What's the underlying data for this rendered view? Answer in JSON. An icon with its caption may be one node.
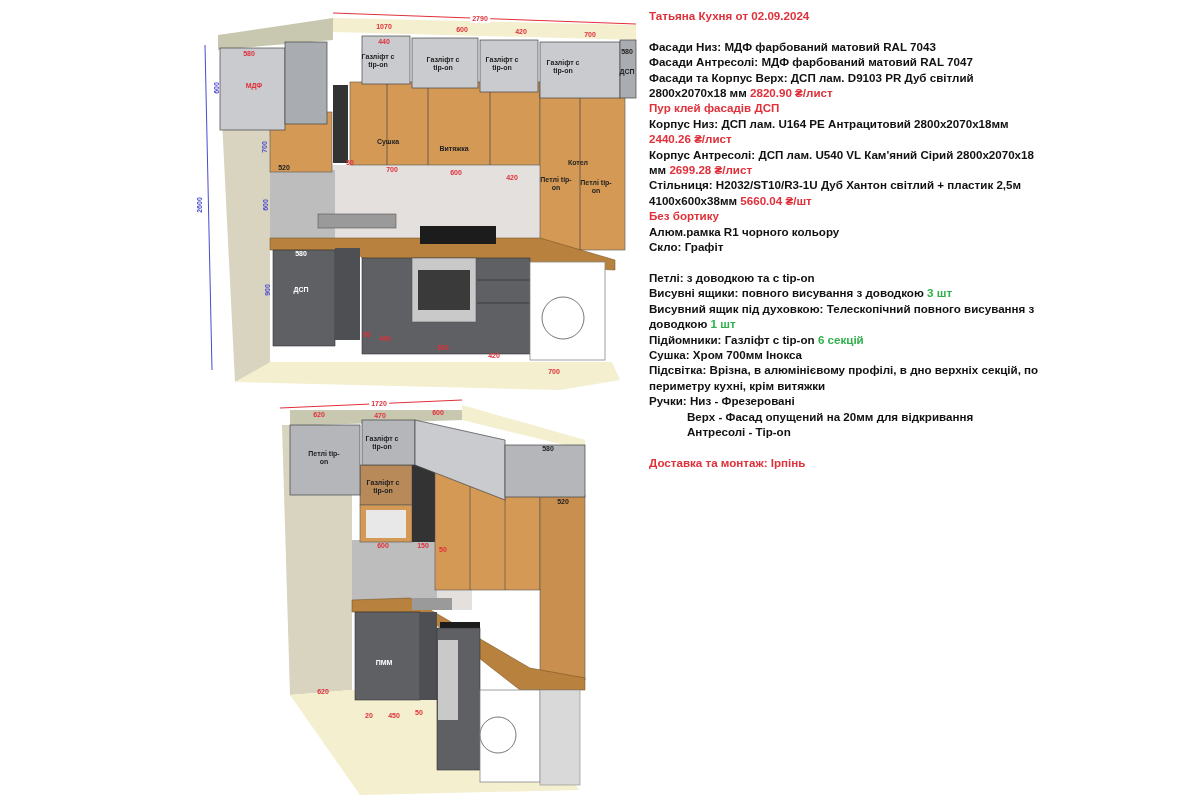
{
  "diagram": {
    "title": "Татьяна Кухня от 02.09.2024",
    "labels": [
      "2790",
      "1070",
      "600",
      "420",
      "700",
      "580",
      "МДФ",
      "440",
      "Газліфт с tip-on",
      "Газліфт с tip-on",
      "Газліфт с tip-on",
      "Газліфт с tip-on",
      "580",
      "ДСП",
      "600",
      "700",
      "Сушка",
      "Витяжка",
      "520",
      "50",
      "700",
      "600",
      "420",
      "Котел",
      "Петлі tip-on",
      "Петлі tip-on",
      "2600",
      "600",
      "580",
      "ДСП",
      "900",
      "50",
      "440",
      "600",
      "420",
      "700",
      "1720",
      "620",
      "470",
      "600",
      "Петлі tip-on",
      "Газліфт с tip-on",
      "580",
      "Газліфт с tip-on",
      "520",
      "600",
      "150",
      "50",
      "ПММ",
      "620",
      "20",
      "450",
      "50",
      "Фасади Низ: МДФ фарбований матовий RAL 7043",
      "Фасади Антресолі: МДФ фарбований матовий RAL 7047",
      "Фасади та Корпус Верх: ДСП лам. D9103 PR Дуб світлий 2800x2070x18 мм",
      "2820.90 ₴/лист",
      "Пур клей фасадів ДСП",
      "Корпус Низ: ДСП лам. U164 PE Антрацитовий 2800x2070x18мм",
      "2440.26 ₴/лист",
      "Корпус Антресолі: ДСП лам. U540 VL Кам'яний Сірий 2800x2070x18 мм",
      "2699.28 ₴/лист",
      "Стільниця: H2032/ST10/R3-1U Дуб Хантон світлий + пластик 2,5м 4100x600x38мм",
      "5660.04 ₴/шт",
      "Без бортику",
      "Алюм.рамка R1 чорного кольору",
      "Скло: Графіт",
      "Петлі: з доводкою та с tip-on",
      "Висувні ящики: повного висування з доводкою",
      "3 шт",
      "Висувний ящик під духовкою: Телескопічний повного висування з доводкою",
      "1 шт",
      "Підйомники: Газліфт с tip-on",
      "6 секцій",
      "Сушка: Хром 700мм Інокса",
      "Підсвітка: Врізна, в алюмінієвому профілі, в дно верхніх секцій, по периметру кухні, крім витяжки",
      "Ручки: Низ - Фрезеровані",
      "Верх - Фасад опущений на 20мм для відкривання",
      "Антресолі - Tip-on",
      "Доставка та монтаж: Ірпінь"
    ]
  }
}
